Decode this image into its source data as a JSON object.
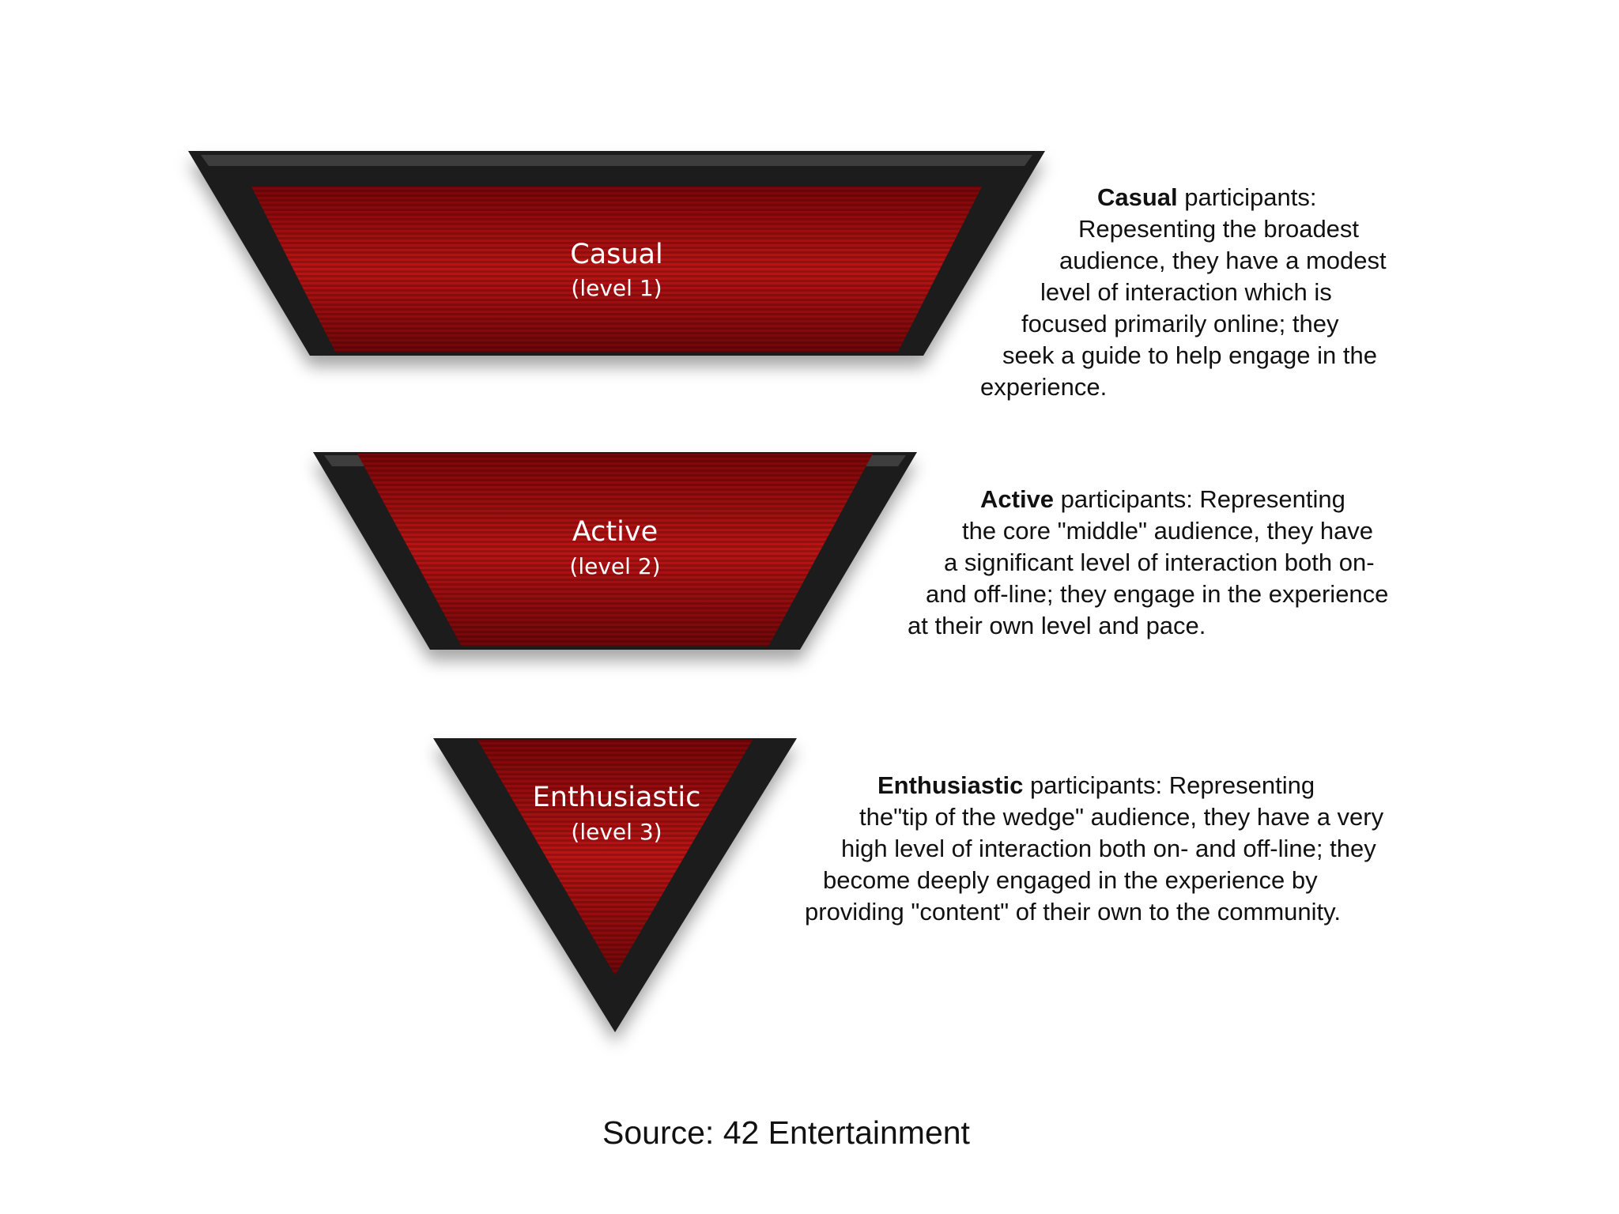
{
  "colors": {
    "frame": "#1a1a1a",
    "fill_dark": "#6e0608",
    "fill_bright": "#c01214",
    "text": "#111111"
  },
  "tiers": [
    {
      "title": "Casual",
      "level": "(level 1)",
      "term": "Casual",
      "description": [
        "participants:",
        "Repesenting the broadest",
        "audience, they have a modest",
        "level of interaction which is",
        "focused primarily online; they",
        "seek a guide to help engage in the",
        "experience."
      ]
    },
    {
      "title": "Active",
      "level": "(level 2)",
      "term": "Active",
      "description": [
        "participants:  Representing",
        "the core \"middle\" audience, they have",
        "a significant level of interaction both on-",
        "and off-line; they engage in the experience",
        "at their own level and pace."
      ]
    },
    {
      "title": "Enthusiastic",
      "level": "(level 3)",
      "term": "Enthusiastic",
      "description": [
        "participants:  Representing",
        "the\"tip of the wedge\" audience, they have a very",
        "high level of interaction both on- and off-line; they",
        "become deeply engaged in the experience by",
        "providing \"content\" of their own to the community."
      ]
    }
  ],
  "source": "Source: 42 Entertainment"
}
